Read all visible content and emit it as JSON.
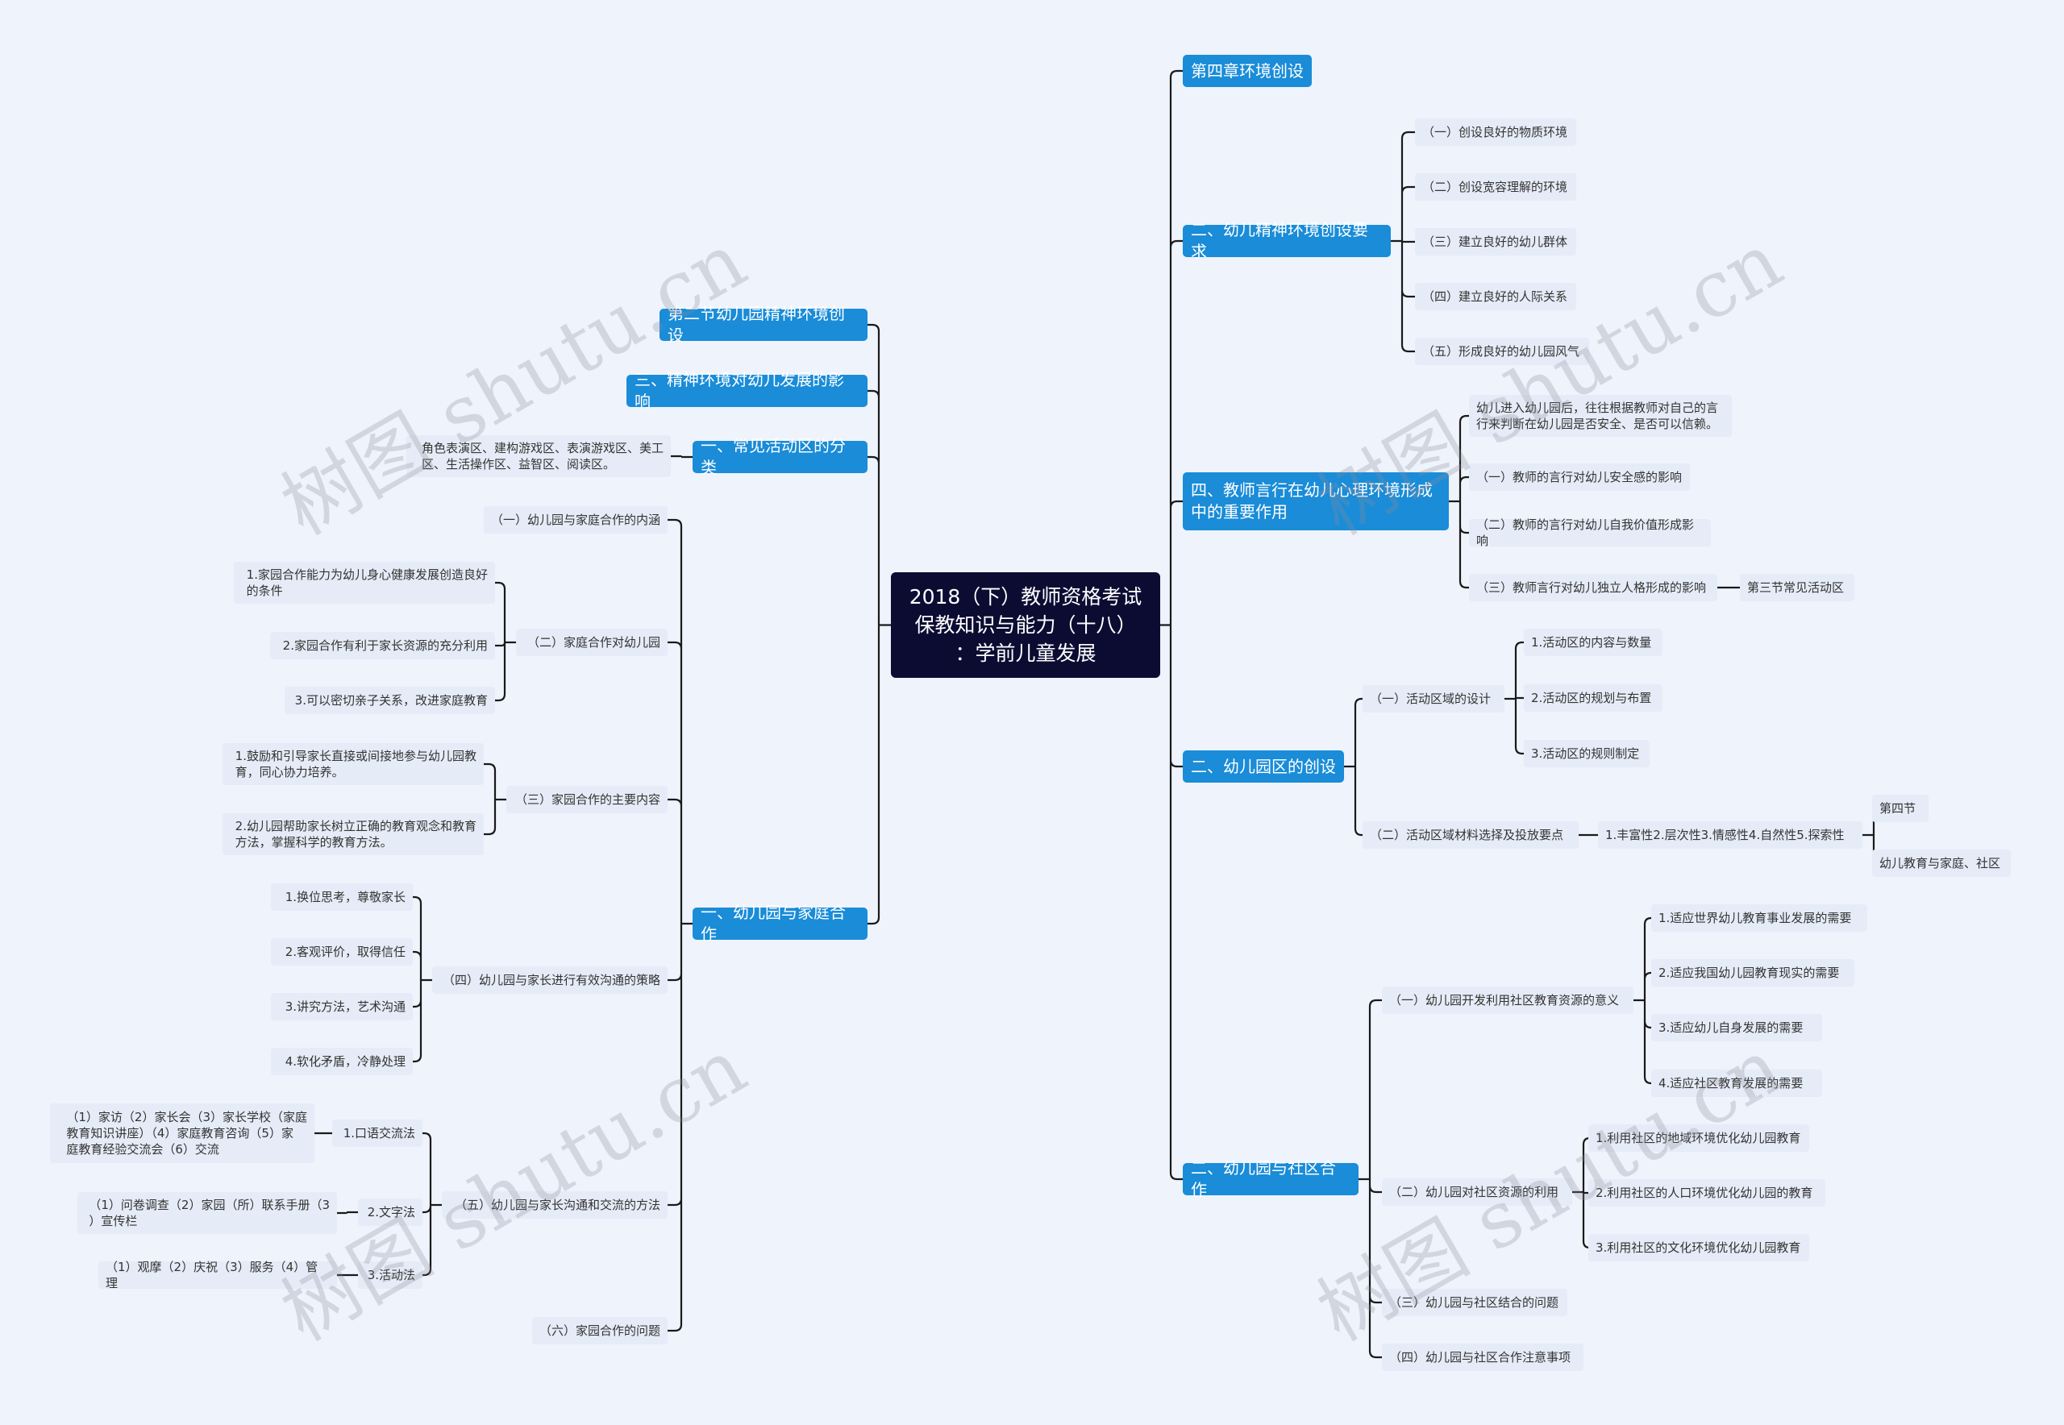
{
  "root": "2018（下）教师资格考试\n保教知识与能力（十八）\n：学前儿童发展",
  "left": {
    "sec2": "第二节幼儿园精神环境创设",
    "env_influence": "三、精神环境对幼儿发展的影响",
    "activity_cls": "一、常见活动区的分类",
    "activity_cls_detail": "角色表演区、建构游戏区、表演游戏区、美工\n区、生活操作区、益智区、阅读区。",
    "family": "一、幼儿园与家庭合作",
    "family_items": {
      "f1": "（一）幼儿园与家庭合作的内涵",
      "f2": "（二）家庭合作对幼儿园",
      "f2_subs": [
        "1.家园合作能力为幼儿身心健康发展创造良好\n的条件",
        "2.家园合作有利于家长资源的充分利用",
        "3.可以密切亲子关系，改进家庭教育"
      ],
      "f3": "（三）家园合作的主要内容",
      "f3_subs": [
        "1.鼓励和引导家长直接或间接地参与幼儿园教\n育，同心协力培养。",
        "2.幼儿园帮助家长树立正确的教育观念和教育\n方法，掌握科学的教育方法。"
      ],
      "f4": "（四）幼儿园与家长进行有效沟通的策略",
      "f4_subs": [
        "1.换位思考，尊敬家长",
        "2.客观评价，取得信任",
        "3.讲究方法，艺术沟通",
        "4.软化矛盾，冷静处理"
      ],
      "f5": "（五）幼儿园与家长沟通和交流的方法",
      "f5_subs": [
        "1.口语交流法",
        "2.文字法",
        "3.活动法"
      ],
      "f5_details": [
        "（1）家访（2）家长会（3）家长学校（家庭\n教育知识讲座）（4）家庭教育咨询（5）家\n庭教育经验交流会（6）交流",
        "（1）问卷调查（2）家园（所）联系手册（3\n）宣传栏",
        "（1）观摩（2）庆祝（3）服务（4）管理"
      ],
      "f6": "（六）家园合作的问题"
    }
  },
  "right": {
    "ch4": "第四章环境创设",
    "spirit": "二、幼儿精神环境创设要求",
    "spirit_subs": [
      "（一）创设良好的物质环境",
      "（二）创设宽容理解的环境",
      "（三）建立良好的幼儿群体",
      "（四）建立良好的人际关系",
      "（五）形成良好的幼儿园风气"
    ],
    "teacher": "四、教师言行在幼儿心理环境形成\n中的重要作用",
    "teacher_subs": [
      "幼儿进入幼儿园后，往往根据教师对自己的言\n行来判断在幼儿园是否安全、是否可以信赖。",
      "（一）教师的言行对幼儿安全感的影响",
      "（二）教师的言行对幼儿自我价值形成影响",
      "（三）教师言行对幼儿独立人格形成的影响"
    ],
    "teacher_sub3_child": "第三节常见活动区",
    "area": "二、幼儿园区的创设",
    "area_sub1": "（一）活动区域的设计",
    "area_sub1_items": [
      "1.活动区的内容与数量",
      "2.活动区的规划与布置",
      "3.活动区的规则制定"
    ],
    "area_sub2": "（二）活动区域材料选择及投放要点",
    "area_sub2_child": "1.丰富性2.层次性3.情感性4.自然性5.探索性",
    "area_sub2_leaves": [
      "第四节",
      "幼儿教育与家庭、社区"
    ],
    "community": "二、幼儿园与社区合作",
    "c1": "（一）幼儿园开发利用社区教育资源的意义",
    "c1_items": [
      "1.适应世界幼儿教育事业发展的需要",
      "2.适应我国幼儿园教育现实的需要",
      "3.适应幼儿自身发展的需要",
      "4.适应社区教育发展的需要"
    ],
    "c2": "（二）幼儿园对社区资源的利用",
    "c2_items": [
      "1.利用社区的地域环境优化幼儿园教育",
      "2.利用社区的人口环境优化幼儿园的教育",
      "3.利用社区的文化环境优化幼儿园教育"
    ],
    "c3": "（三）幼儿园与社区结合的问题",
    "c4": "（四）幼儿园与社区合作注意事项"
  },
  "watermark": "树图 shutu.cn",
  "colors": {
    "background": "#eef3fc",
    "root": "#0c0c33",
    "level1": "#1a8cd8",
    "level2": "#e5ecf7",
    "line": "#1a1a1a"
  }
}
